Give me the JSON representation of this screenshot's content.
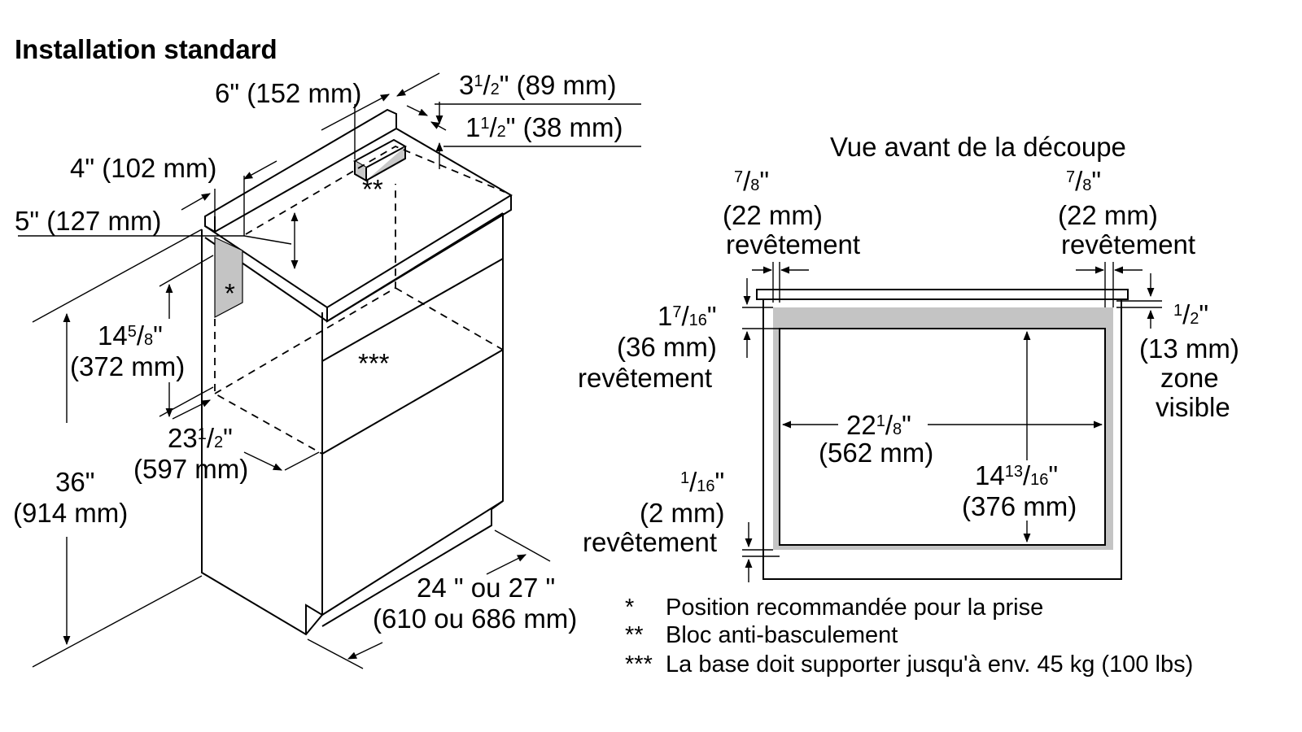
{
  "title": "Installation standard",
  "front_view_title": "Vue avant de la découpe",
  "left": {
    "d1": "6\" (152 mm)",
    "d2_a": "3",
    "d2_b": "1",
    "d2_c": "/",
    "d2_d": "2",
    "d2_e": "\" (89 mm)",
    "d3_a": "1",
    "d3_b": "1",
    "d3_c": "/",
    "d3_d": "2",
    "d3_e": "\" (38 mm)",
    "d4": "4\" (102 mm)",
    "d5": "5\" (127 mm)",
    "d6_a": "14",
    "d6_b": "5",
    "d6_c": "/",
    "d6_d": "8",
    "d6_e": "\"",
    "d6_mm": "(372 mm)",
    "d7_a": "23",
    "d7_b": "1",
    "d7_c": "/",
    "d7_d": "2",
    "d7_e": "\"",
    "d7_mm": "(597 mm)",
    "d8_in": "36\"",
    "d8_mm": "(914 mm)",
    "d9_in": "24 \" ou 27 \"",
    "d9_mm": "(610 ou 686 mm)",
    "mark1": "*",
    "mark2": "**",
    "mark3": "***"
  },
  "right": {
    "tl_num": "7",
    "tl_den": "8",
    "tl_q": "\"",
    "tl_mm": "(22 mm)",
    "tl_word": "revêtement",
    "tr_num": "7",
    "tr_den": "8",
    "tr_q": "\"",
    "tr_mm": "(22 mm)",
    "tr_word": "revêtement",
    "l1_a": "1",
    "l1_b": "7",
    "l1_c": "/",
    "l1_d": "16",
    "l1_e": "\"",
    "l1_mm": "(36 mm)",
    "l1_word": "revêtement",
    "r1_num": "1",
    "r1_den": "2",
    "r1_q": "\"",
    "r1_mm": "(13 mm)",
    "r1_w1": "zone",
    "r1_w2": "visible",
    "w_a": "22",
    "w_b": "1",
    "w_c": "/",
    "w_d": "8",
    "w_e": "\"",
    "w_mm": "(562 mm)",
    "h_a": "14",
    "h_b": "13",
    "h_c": "/",
    "h_d": "16",
    "h_e": "\"",
    "h_mm": "(376 mm)",
    "l2_num": "1",
    "l2_den": "16",
    "l2_q": "\"",
    "l2_mm": "(2 mm)",
    "l2_word": "revêtement"
  },
  "notes": [
    {
      "mark": "*",
      "text": "Position recommandée pour la prise"
    },
    {
      "mark": "**",
      "text": "Bloc anti-basculement"
    },
    {
      "mark": "***",
      "text": "La base doit supporter jusqu'à env. 45 kg (100 lbs)"
    }
  ],
  "colors": {
    "line": "#000000",
    "shade": "#c4c4c4",
    "background": "#ffffff"
  }
}
